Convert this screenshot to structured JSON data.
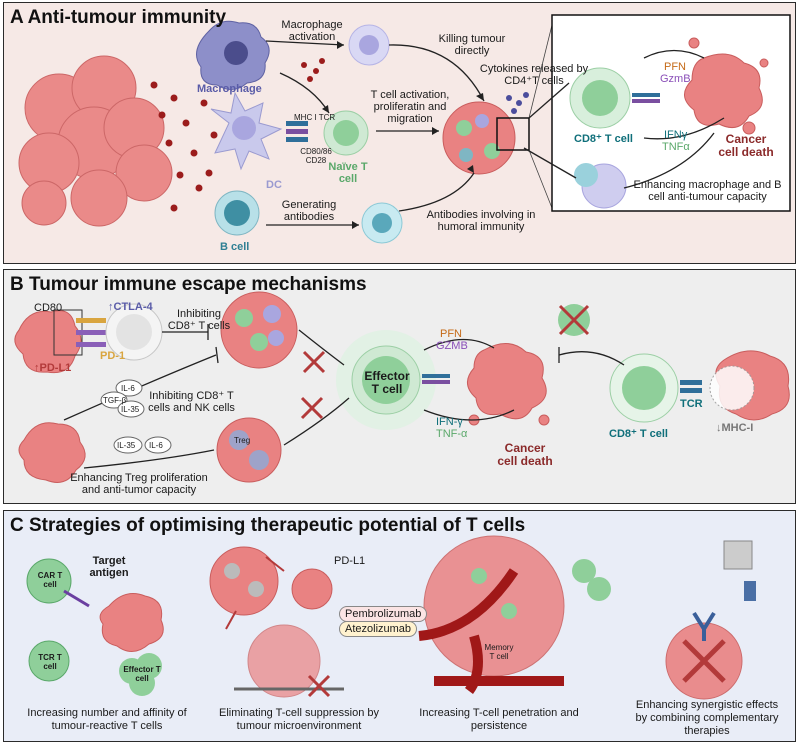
{
  "panel_a": {
    "title": "A  Anti-tumour immunity",
    "macrophage_activation": "Macrophage activation",
    "killing_directly": "Killing tumour directly",
    "cytokines": "Cytokines released by CD4⁺T cells",
    "macrophage": "Macrophage",
    "dc": "DC",
    "mhc_tcr": "MHC I  TCR",
    "cd80_cd28": "CD80/86  CD28",
    "naive_t": "Naïve T cell",
    "tcell_activation": "T cell activation, proliferatin and migration",
    "b_cell": "B cell",
    "generating_antibodies": "Generating antibodies",
    "antibodies_humoral": "Antibodies involving in humoral immunity",
    "cd8_t": "CD8⁺ T cell",
    "pfn": "PFN",
    "gzmb": "GzmB",
    "ifng": "IFNγ",
    "tnfa": "TNFα",
    "cancer_death": "Cancer cell death",
    "enhancing_mac": "Enhancing macrophage and B cell anti-tumour capacity"
  },
  "panel_b": {
    "title": "B  Tumour immune escape mechanisms",
    "cd80": "CD80",
    "ctla4": "↑CTLA-4",
    "pdl1": "↑PD-L1",
    "pd1": "PD-1",
    "inhibit_cd8": "Inhibiting CD8⁺ T cells",
    "il6": "IL-6",
    "tgfb": "TGF-β",
    "il35": "IL-35",
    "inhibit_cd8_nk": "Inhibiting CD8⁺ T cells and NK cells",
    "il35b": "IL-35",
    "il6b": "IL-6",
    "enhancing_treg": "Enhancing Treg proliferation and anti-tumor capacity",
    "treg": "Treg",
    "effector": "Effector T cell",
    "pfn": "PFN",
    "gzmb": "GZMB",
    "ifng": "IFN-γ",
    "tnfa": "TNF-α",
    "cancer_death": "Cancer cell death",
    "cd8_t": "CD8⁺ T cell",
    "tcr": "TCR",
    "mhc": "↓MHC-I"
  },
  "panel_c": {
    "title": "C  Strategies of optimising therapeutic potential of T cells",
    "car_t": "CAR T cell",
    "target_antigen": "Target antigen",
    "tcr_t": "TCR T cell",
    "effector_t": "Effector T cell",
    "cap1": "Increasing number and affinity of tumour-reactive T cells",
    "pdl1": "PD-L1",
    "pembro": "Pembrolizumab",
    "atezo": "Atezolizumab",
    "cap2": "Eliminating T-cell suppression by tumour microenvironment",
    "memory": "Memory T cell",
    "cap3": "Increasing T-cell penetration and persistence",
    "cap4": "Enhancing synergistic effects by combining complementary therapies"
  },
  "colors": {
    "tumour": "#e77a7a",
    "tcell": "#8fcf9a",
    "bcell": "#8cc9d6",
    "macrophage": "#8d8fc9",
    "death_text": "#8b2a2a",
    "cd8_text": "#0f6f7a",
    "block_x": "#b33a3a"
  }
}
